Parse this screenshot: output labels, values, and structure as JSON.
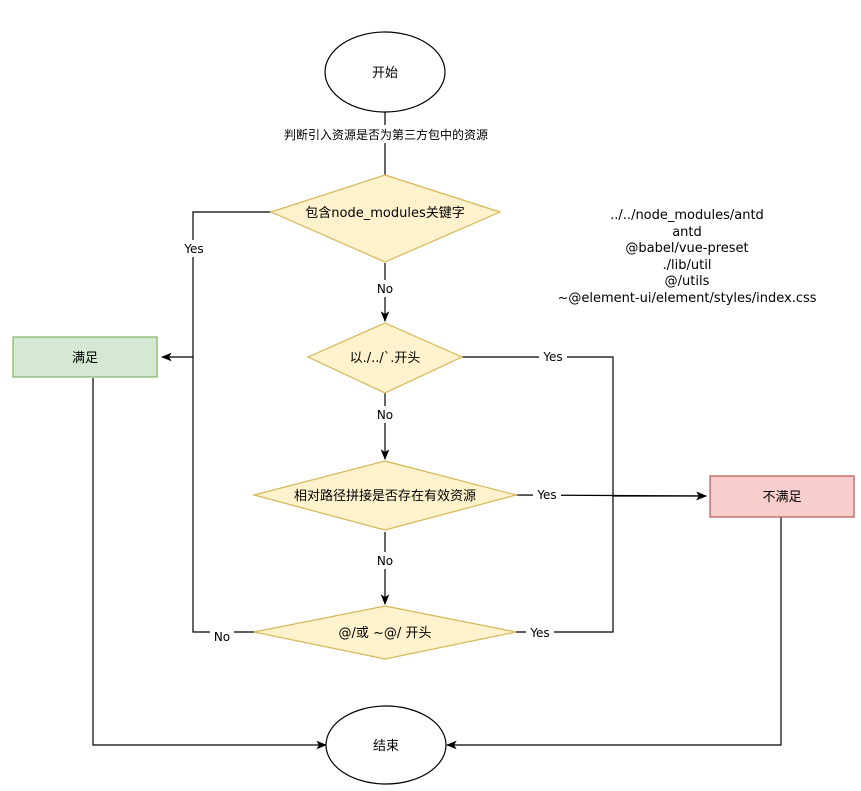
{
  "nodes": {
    "start": "开始",
    "check_node_modules": "包含node_modules关键字",
    "check_relative": "以./../`.开头",
    "check_path_exists": "相对路径拼接是否存在有效资源",
    "check_alias": "@/或 ~@/ 开头",
    "satisfied": "满足",
    "not_satisfied": "不满足",
    "end": "结束"
  },
  "edges": {
    "start_to_d1": "判断引入资源是否为第三方包中的资源",
    "d1_yes": "Yes",
    "d1_no": "No",
    "d2_yes": "Yes",
    "d2_no": "No",
    "d3_yes": "Yes",
    "d3_no": "No",
    "d4_yes": "Yes",
    "d4_no": "No"
  },
  "examples": [
    "../../node_modules/antd",
    "antd",
    "@babel/vue-preset",
    "./lib/util",
    "@/utils",
    "~@element-ui/element/styles/index.css"
  ],
  "colors": {
    "diamond_fill": "#fff2cc",
    "diamond_stroke": "#d6b656",
    "satisfied_fill": "#d5e8d4",
    "satisfied_stroke": "#82b366",
    "not_satisfied_fill": "#f8cecc",
    "not_satisfied_stroke": "#b85450",
    "line": "#000000"
  }
}
